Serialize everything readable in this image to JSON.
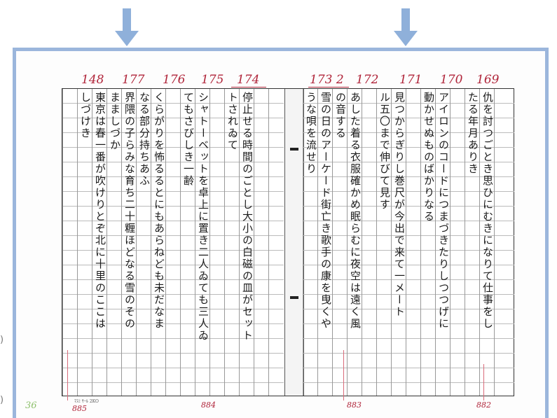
{
  "column_numbers": [
    "148",
    "177",
    "176",
    "175",
    "174",
    "173 2",
    "172",
    "171",
    "170",
    "169"
  ],
  "columns": [
    "仇を討つごとき思ひにむきになりて仕事をし",
    "たる年月ありき",
    "アイロンのコードにつまづきたりしつつげに",
    "動かせぬものばかりなる",
    "見つからぎりし巻尺が今出で来て一メート",
    "ル五〇まで伸びて見す",
    "あした着る衣服確かめ眠らむに夜空は遠く風",
    "の音する",
    "雪の日のアーケード街亡き歌手の康を曳くや",
    "うな唄を流せり",
    "停止せる時間のごとし大小の白磁の皿がセット",
    "トされゐて",
    "シャトーベットを卓上に置き二人ゐても三人ゐ",
    "てもさびしき一齢",
    "くらがりを怖るるとにもあらねども未だなま",
    "なる部分持ちあふ",
    "界隈の子らみな育ち二十糎ほどなる雪のその",
    "まましづか",
    "東京は春一番が吹けりとぞ北に十里のここは",
    "しづけき"
  ],
  "footer": {
    "left_green": "36",
    "left_pen": "885",
    "left_small": "ﾏｽﾐ ｻｰﾙ 2KO",
    "mid1": "884",
    "mid2": "883",
    "right": "882"
  },
  "edge_marks": [
    ")",
    ")"
  ]
}
